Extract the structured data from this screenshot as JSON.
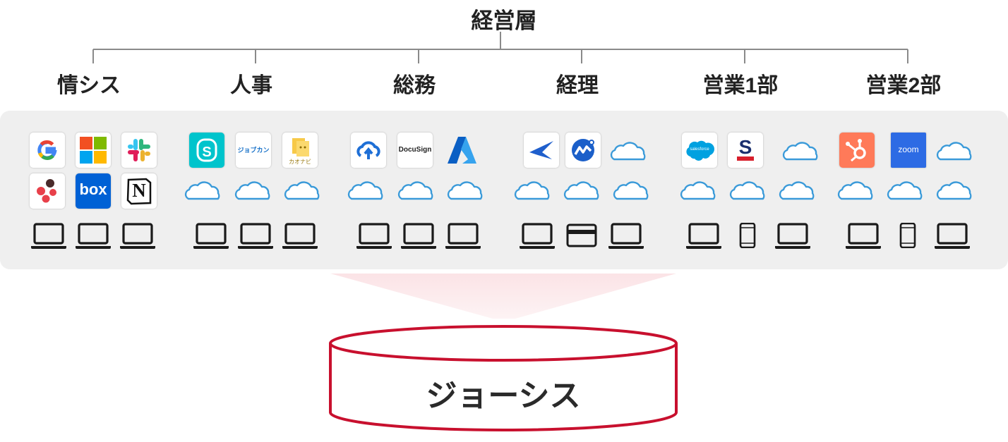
{
  "diagram": {
    "top": "経営層",
    "departments": [
      {
        "name": "情シス",
        "apps": [
          "google-icon",
          "microsoft-icon",
          "slack-icon",
          "asana-icon",
          "box-icon",
          "notion-icon"
        ],
        "devices": [
          "laptop",
          "laptop",
          "laptop"
        ]
      },
      {
        "name": "人事",
        "apps": [
          "smarthr-icon",
          "jobcan-icon",
          "kaonavi-icon"
        ],
        "devices": [
          "laptop",
          "laptop",
          "laptop"
        ]
      },
      {
        "name": "総務",
        "apps": [
          "cloudsign-icon",
          "docusign-icon",
          "azure-icon"
        ],
        "devices": [
          "laptop",
          "laptop",
          "laptop"
        ]
      },
      {
        "name": "経理",
        "apps": [
          "bird-icon",
          "moneyforward-icon"
        ],
        "devices": [
          "laptop",
          "credit-card",
          "laptop"
        ]
      },
      {
        "name": "営業1部",
        "apps": [
          "salesforce-icon",
          "sansan-icon"
        ],
        "devices": [
          "laptop",
          "smartphone",
          "laptop"
        ]
      },
      {
        "name": "営業2部",
        "apps": [
          "hubspot-icon",
          "zoom-icon"
        ],
        "devices": [
          "laptop",
          "smartphone",
          "laptop"
        ]
      }
    ],
    "app_labels": {
      "box": "box",
      "notion": "N",
      "jobcan": "ジョブカン",
      "kaonavi": "カオナビ",
      "docusign": "DocuSign",
      "salesforce": "salesforce",
      "zoom": "zoom"
    },
    "database": "ジョーシス"
  },
  "colors": {
    "cloud": "#3a9ad9",
    "db_border": "#c8102e",
    "panel": "#efefef",
    "line": "#8a8a8a"
  }
}
